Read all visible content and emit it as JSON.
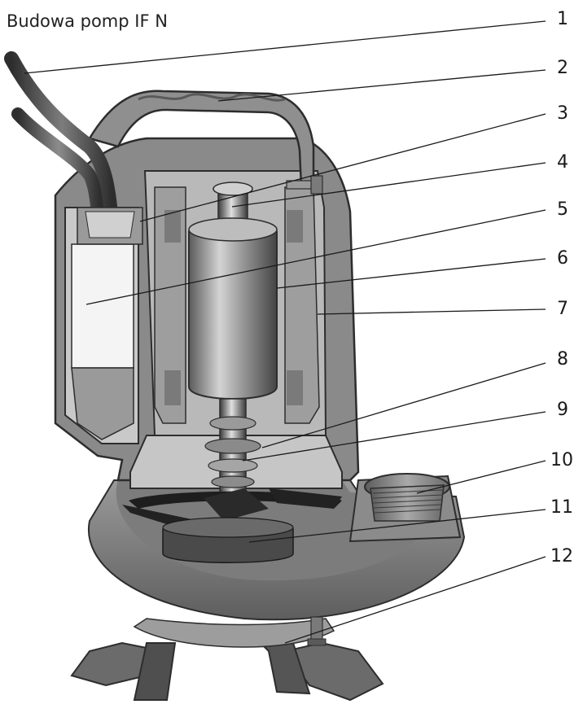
{
  "title": "Budowa pomp IF N",
  "callouts": [
    "1",
    "2",
    "3",
    "4",
    "5",
    "6",
    "7",
    "8",
    "9",
    "10",
    "11",
    "12"
  ],
  "colors": {
    "housing": "#8a8a8a",
    "cavity": "#c9c9c9",
    "dark": "#333333",
    "line": "#1a1a1a"
  }
}
